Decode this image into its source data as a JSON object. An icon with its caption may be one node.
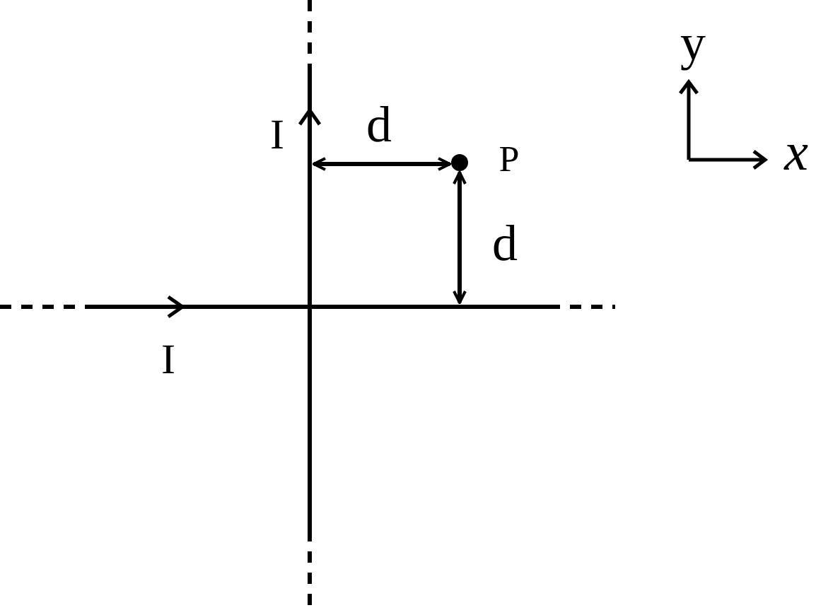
{
  "diagram": {
    "labels": [
      "y",
      "I",
      "d",
      "P",
      "x",
      "d",
      "I"
    ]
  }
}
